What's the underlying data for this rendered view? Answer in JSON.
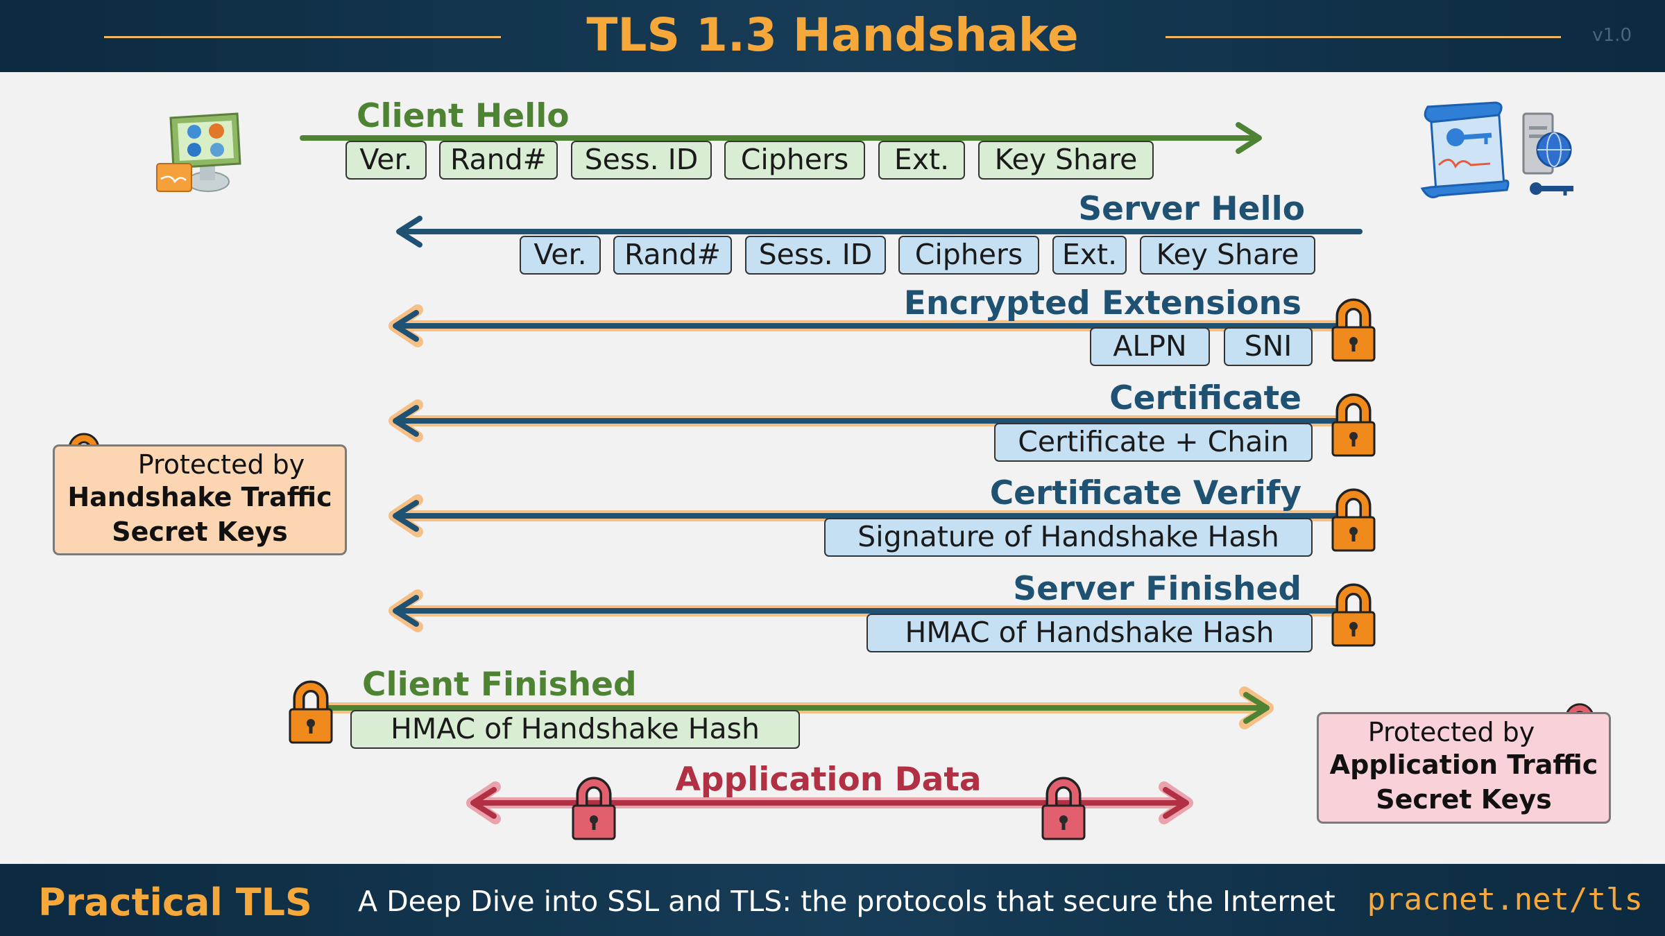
{
  "header": {
    "title": "TLS 1.3 Handshake",
    "version": "v1.0"
  },
  "footer": {
    "brand": "Practical TLS",
    "tagline": "A Deep Dive into SSL and TLS: the protocols that secure the Internet",
    "url": "pracnet.net/tls"
  },
  "messages": {
    "client_hello": {
      "label": "Client Hello",
      "fields": [
        "Ver.",
        "Rand#",
        "Sess. ID",
        "Ciphers",
        "Ext.",
        "Key Share"
      ]
    },
    "server_hello": {
      "label": "Server Hello",
      "fields": [
        "Ver.",
        "Rand#",
        "Sess. ID",
        "Ciphers",
        "Ext.",
        "Key Share"
      ]
    },
    "encrypted_extensions": {
      "label": "Encrypted Extensions",
      "fields": [
        "ALPN",
        "SNI"
      ]
    },
    "certificate": {
      "label": "Certificate",
      "fields": [
        "Certificate + Chain"
      ]
    },
    "certificate_verify": {
      "label": "Certificate Verify",
      "fields": [
        "Signature of Handshake Hash"
      ]
    },
    "server_finished": {
      "label": "Server Finished",
      "fields": [
        "HMAC of Handshake Hash"
      ]
    },
    "client_finished": {
      "label": "Client Finished",
      "fields": [
        "HMAC of Handshake Hash"
      ]
    },
    "application_data": {
      "label": "Application Data"
    }
  },
  "legends": {
    "handshake": {
      "top": "Protected by",
      "line1": "Handshake Traffic",
      "line2": "Secret Keys"
    },
    "application": {
      "top": "Protected by",
      "line1": "Application Traffic",
      "line2": "Secret Keys"
    }
  },
  "colors": {
    "client": "#4e8334",
    "server": "#1f5272",
    "application": "#b13043",
    "handshake_lock": "#f08a1c",
    "application_lock": "#e2606e",
    "accent": "#f6a83a",
    "header_bg": "#173c57"
  },
  "icons": {
    "client": "computer-icon",
    "server": "server-with-certificate-icon",
    "handshake_lock": "padlock-icon",
    "application_lock": "padlock-icon"
  }
}
